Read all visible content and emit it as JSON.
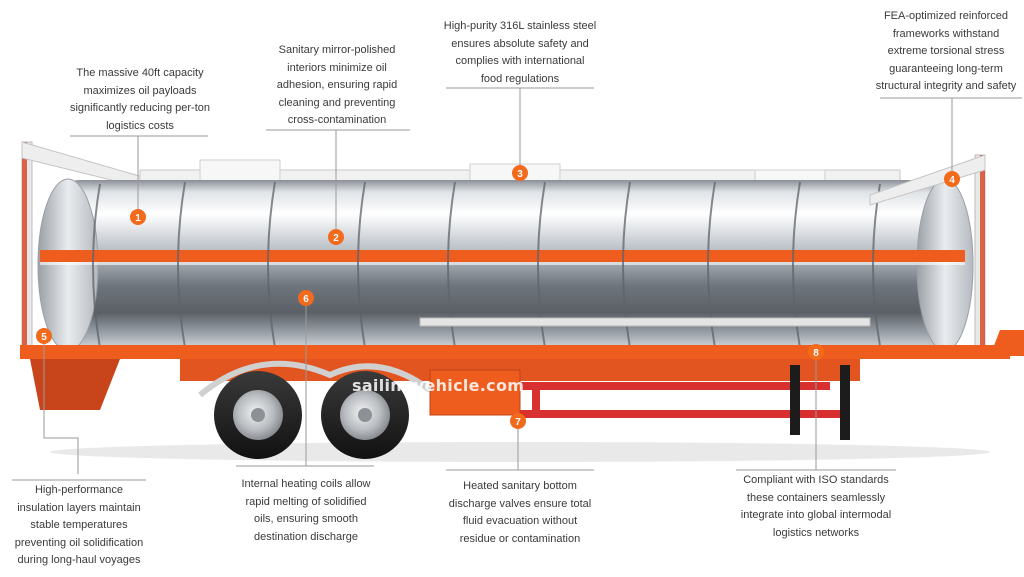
{
  "watermark": "sailingvehicle.com",
  "accent_color": "#f26a1b",
  "callouts": [
    {
      "id": "1",
      "text": "The massive 40ft capacity\nmaximizes oil payloads\nsignificantly reducing per-ton\nlogistics costs"
    },
    {
      "id": "2",
      "text": "Sanitary mirror-polished\ninteriors minimize oil\nadhesion, ensuring rapid\ncleaning and preventing\ncross-contamination"
    },
    {
      "id": "3",
      "text": "High-purity 316L stainless steel\nensures absolute safety and\ncomplies with international\nfood regulations"
    },
    {
      "id": "4",
      "text": "FEA-optimized reinforced\nframeworks withstand\nextreme torsional stress\nguaranteeing long-term\nstructural integrity and safety"
    },
    {
      "id": "5",
      "text": "High-performance\ninsulation layers maintain\nstable temperatures\npreventing oil solidification\nduring long-haul voyages"
    },
    {
      "id": "6",
      "text": "Internal heating coils allow\nrapid melting of solidified\noils, ensuring smooth\ndestination discharge"
    },
    {
      "id": "7",
      "text": "Heated sanitary bottom\ndischarge valves ensure total\nfluid evacuation without\nresidue or contamination"
    },
    {
      "id": "8",
      "text": "Compliant with ISO standards\nthese containers seamlessly\nintegrate into global intermodal\nlogistics networks"
    }
  ]
}
